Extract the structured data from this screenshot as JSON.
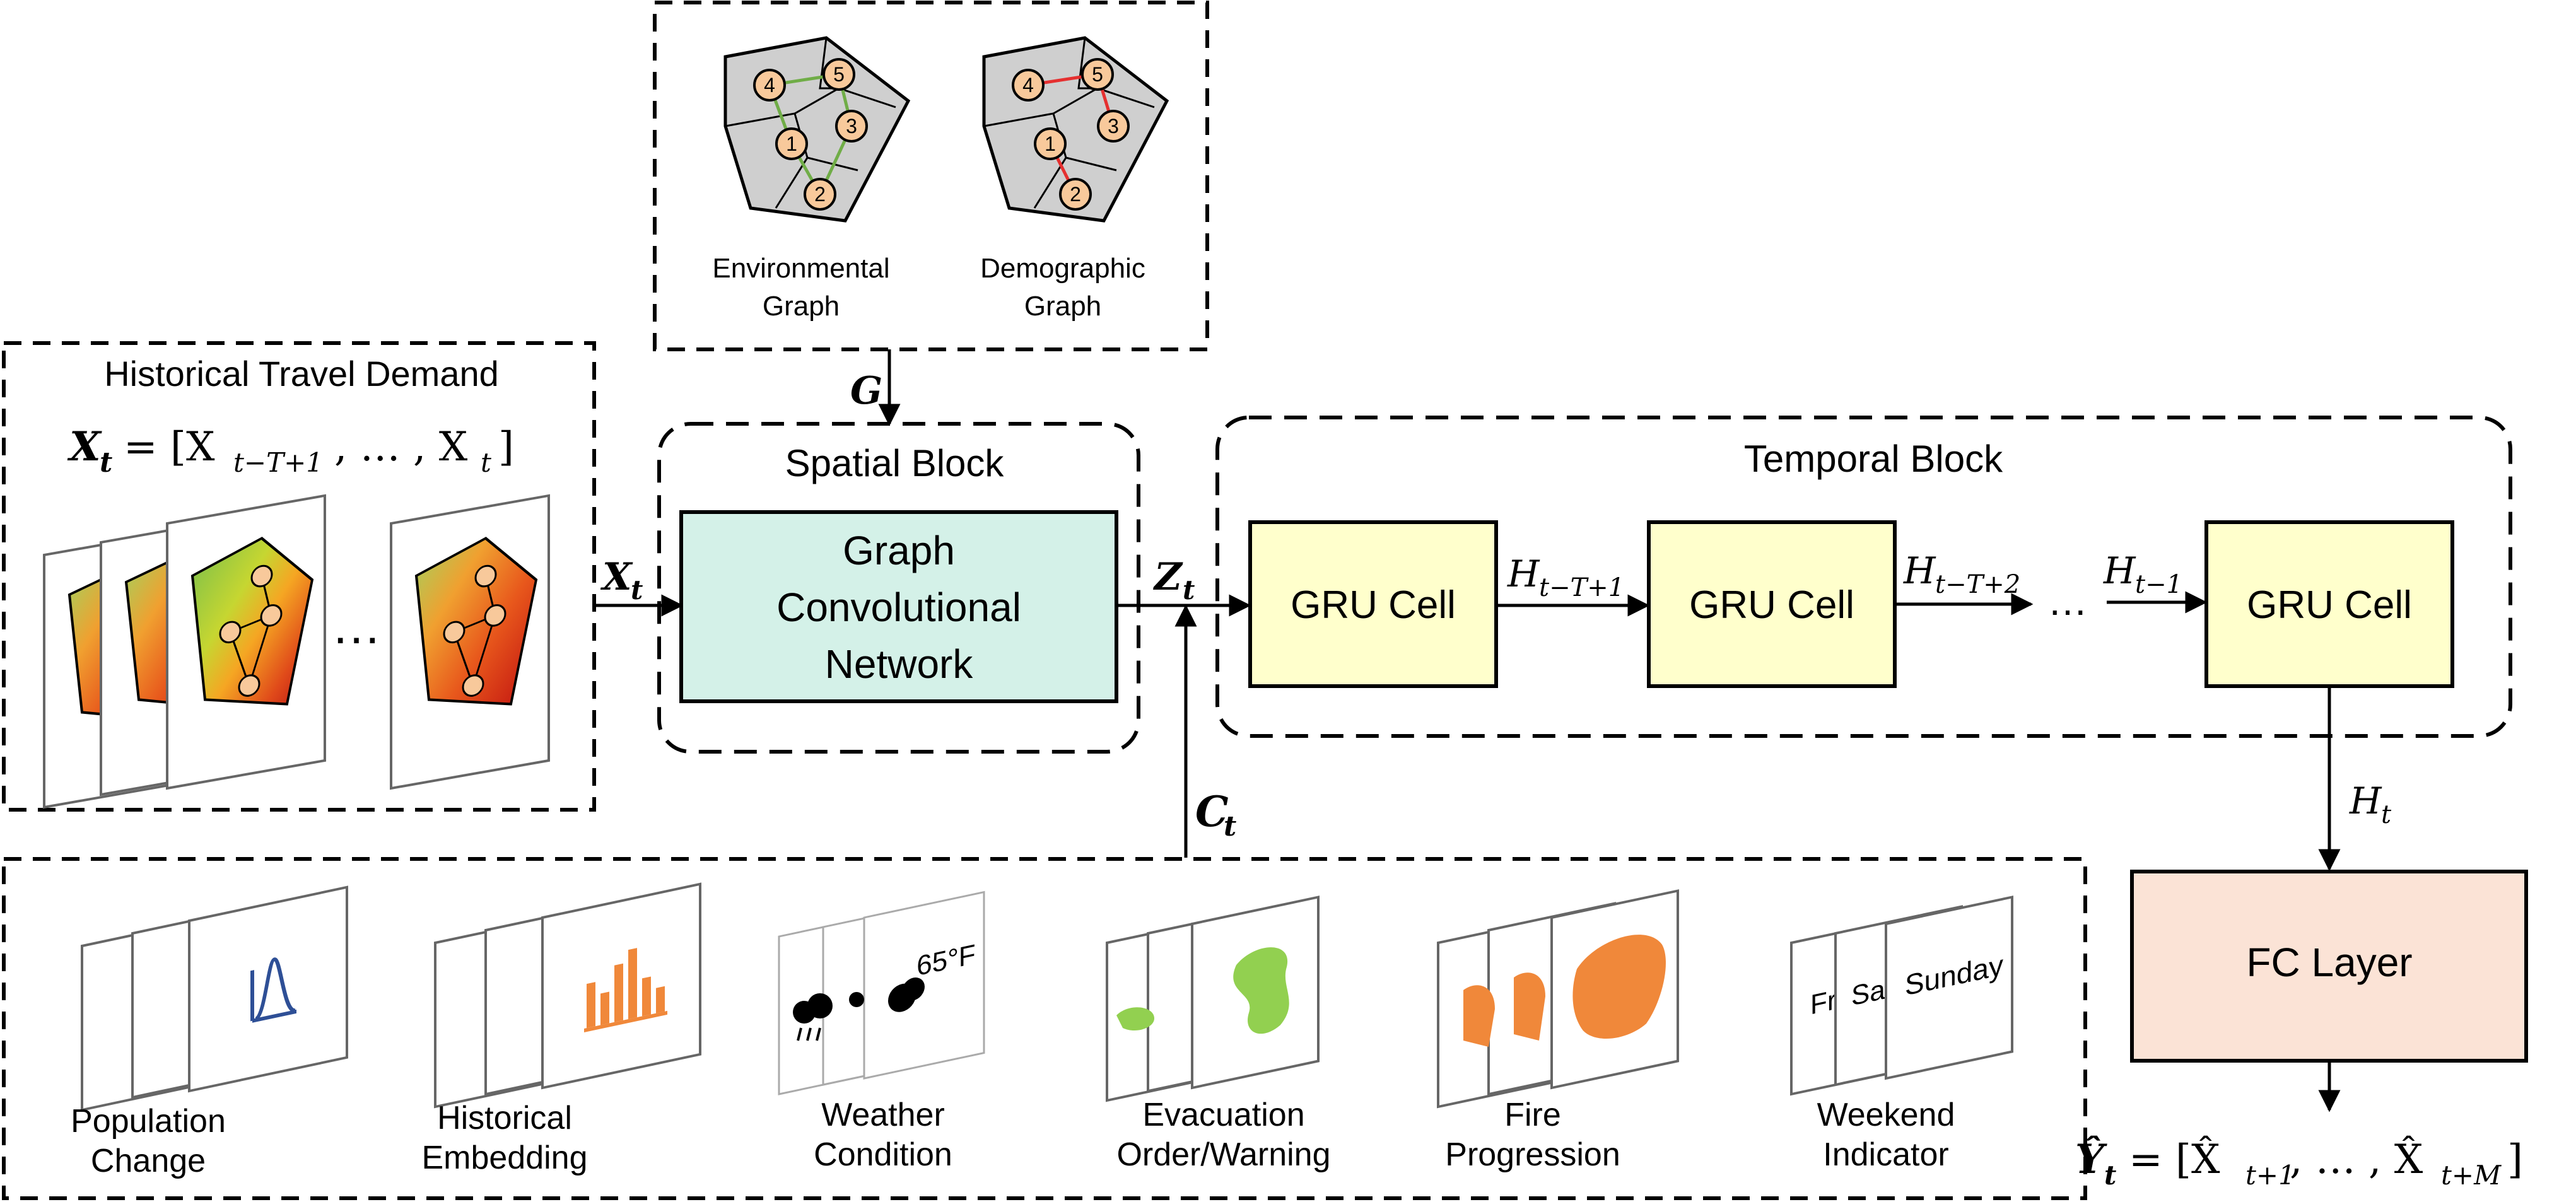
{
  "graphs": {
    "environmental_label_1": "Environmental",
    "environmental_label_2": "Graph",
    "demographic_label_1": "Demographic",
    "demographic_label_2": "Graph",
    "node_labels": [
      "1",
      "2",
      "3",
      "4",
      "5"
    ],
    "g_label": "G"
  },
  "history": {
    "title": "Historical Travel Demand",
    "formula_lhs": "X",
    "formula_sub": "t",
    "formula_rhs": "= [X",
    "formula_sub1": "t−T+1",
    "formula_mid": ", … , X",
    "formula_sub2": "t",
    "formula_end": "]",
    "ellipsis": "…"
  },
  "spatial": {
    "title": "Spatial Block",
    "gcn_line1": "Graph",
    "gcn_line2": "Convolutional",
    "gcn_line3": "Network",
    "input_label": "X",
    "input_sub": "t",
    "output_label": "Z",
    "output_sub": "t"
  },
  "temporal": {
    "title": "Temporal Block",
    "cell_label": "GRU Cell",
    "h1": "H",
    "h1_sub": "t−T+1",
    "h2": "H",
    "h2_sub": "t−T+2",
    "h3": "H",
    "h3_sub": "t−1",
    "ellipsis": "…",
    "ht": "H",
    "ht_sub": "t"
  },
  "context": {
    "c_label": "C",
    "c_sub": "t",
    "items": [
      {
        "line1": "Population",
        "line2": "Change"
      },
      {
        "line1": "Historical",
        "line2": "Embedding"
      },
      {
        "line1": "Weather",
        "line2": "Condition"
      },
      {
        "line1": "Evacuation",
        "line2": "Order/Warning"
      },
      {
        "line1": "Fire",
        "line2": "Progression"
      },
      {
        "line1": "Weekend",
        "line2": "Indicator"
      }
    ],
    "weather_temp": "65°F",
    "weekend_days": [
      "Fr",
      "Satu",
      "Sunday"
    ]
  },
  "output": {
    "fc_label": "FC Layer",
    "y_label": "Ŷ",
    "y_sub": "t",
    "y_rhs": "= [X̂",
    "y_sub1": "t+1",
    "y_mid": ", … , X̂",
    "y_sub2": "t+M",
    "y_end": "]"
  },
  "colors": {
    "gcn_fill": "#d4f1e8",
    "gru_fill": "#ffffcc",
    "fc_fill": "#fbe3d6",
    "map_gray": "#cfcfcf",
    "node_fill": "#f8c99b",
    "green_edge": "#70ad47",
    "red_edge": "#e53030",
    "blue_icon": "#2e4f96",
    "orange_icon": "#f0883a",
    "green_blob": "#92d050",
    "fire_orange": "#f0883a"
  }
}
